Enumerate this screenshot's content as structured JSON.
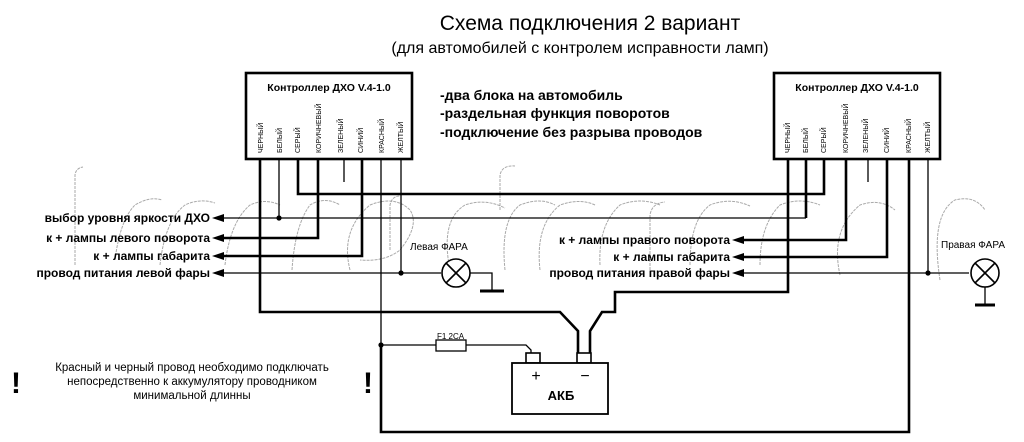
{
  "header": {
    "title": "Схема подключения 2 вариант",
    "subtitle": "(для автомобилей с контролем исправности ламп)"
  },
  "controllers": [
    {
      "title": "Контроллер ДХО V.4-1.0",
      "pins": [
        "ЧЕРНЫЙ",
        "БЕЛЫЙ",
        "СЕРЫЙ",
        "КОРИЧНЕВЫЙ",
        "ЗЕЛЕНЫЙ",
        "СИНИЙ",
        "КРАСНЫЙ",
        "ЖЕЛТЫЙ"
      ]
    },
    {
      "title": "Контроллер ДХО V.4-1.0",
      "pins": [
        "ЧЕРНЫЙ",
        "БЕЛЫЙ",
        "СЕРЫЙ",
        "КОРИЧНЕВЫЙ",
        "ЗЕЛЕНЫЙ",
        "СИНИЙ",
        "КРАСНЫЙ",
        "ЖЕЛТЫЙ"
      ]
    }
  ],
  "features": [
    "-два блока на автомобиль",
    "-раздельная функция поворотов",
    "-подключение без разрыва проводов"
  ],
  "left_wires": [
    "выбор уровня яркости ДХО",
    "к + лампы левого поворота",
    "к + лампы габарита",
    "провод питания левой фары"
  ],
  "right_wires": [
    "к + лампы правого поворота",
    "к + лампы габарита",
    "провод питания правой фары"
  ],
  "lamps": {
    "left": "Левая ФАРА",
    "right": "Правая ФАРА"
  },
  "fuse": {
    "label": "F1 2CA"
  },
  "battery": {
    "label": "АКБ",
    "plus": "+",
    "minus": "−"
  },
  "note": {
    "lines": [
      "Красный и черный провод необходимо подключать",
      "непосредственно к аккумулятору проводником",
      "минимальной длинны"
    ],
    "mark": "!"
  },
  "watermark": "krasnodrom.ru"
}
